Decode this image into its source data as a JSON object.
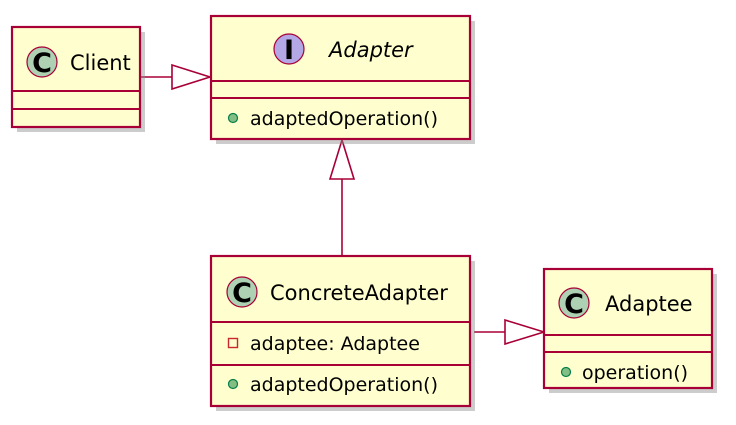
{
  "diagram": {
    "client": {
      "name": "Client",
      "stereotype_glyph": "C",
      "members": []
    },
    "adapter": {
      "name": "Adapter",
      "stereotype_glyph": "I",
      "members": [
        {
          "visibility": "public",
          "text": "adaptedOperation()"
        }
      ]
    },
    "concrete": {
      "name": "ConcreteAdapter",
      "stereotype_glyph": "C",
      "fields": [
        {
          "visibility": "private",
          "text": "adaptee: Adaptee"
        }
      ],
      "methods": [
        {
          "visibility": "public",
          "text": "adaptedOperation()"
        }
      ]
    },
    "adaptee": {
      "name": "Adaptee",
      "stereotype_glyph": "C",
      "methods": [
        {
          "visibility": "public",
          "text": "operation()"
        }
      ]
    },
    "colors": {
      "box_fill": "#FEFECE",
      "border": "#A80036",
      "class_badge": "#ADD1B2",
      "interface_badge": "#B4A7E5",
      "public_marker": "#84BE84",
      "private_marker": "#C82930"
    }
  }
}
